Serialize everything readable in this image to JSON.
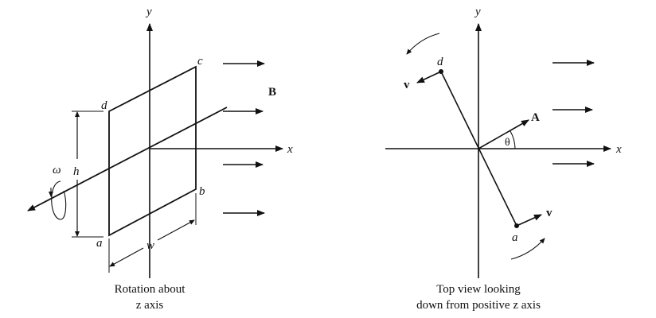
{
  "left_panel": {
    "axis_labels": {
      "y": "y",
      "x": "x"
    },
    "corners": {
      "a": "a",
      "b": "b",
      "c": "c",
      "d": "d"
    },
    "dimensions": {
      "height": "h",
      "width": "w"
    },
    "omega": "ω",
    "field": "B",
    "caption": [
      "Rotation about",
      "z axis"
    ]
  },
  "right_panel": {
    "axis_labels": {
      "y": "y",
      "x": "x"
    },
    "points": {
      "d": "d",
      "a": "a"
    },
    "velocity": "v",
    "area_vector": "A",
    "angle": "θ",
    "caption": [
      "Top view looking",
      "down from positive z axis"
    ]
  }
}
